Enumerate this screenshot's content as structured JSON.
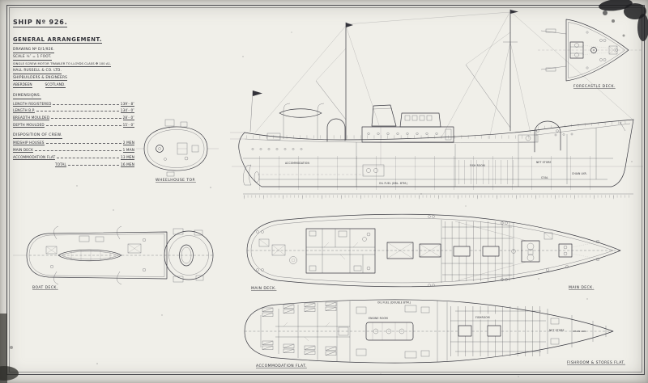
{
  "colors": {
    "paper": "#f0efe9",
    "ink": "#33333a",
    "border": "#3a3a40",
    "stain": "#1d1d20"
  },
  "title_block": {
    "ship_no": "SHIP Nº 926.",
    "title": "GENERAL ARRANGEMENT.",
    "drawing_no": "DRAWING Nº D/1/926.",
    "scale": "SCALE ¼″ = 1 FOOT.",
    "class_line": "SINGLE SCREW MOTOR TRAWLER TO LLOYDS CLASS ✠ 100 A1.",
    "builder": "HALL RUSSELL & CO. LTD.",
    "builder_role": "SHIPBUILDERS & ENGINEERS",
    "place": "ABERDEEN",
    "place2": "SCOTLAND.",
    "dimensions": {
      "heading": "DIMENSIONS.",
      "rows": [
        {
          "label": "LENGTH REGISTERED",
          "value": "139′- 8″"
        },
        {
          "label": "LENGTH B.P.",
          "value": "134′- 0″"
        },
        {
          "label": "BREADTH MOULDED",
          "value": "28′- 0″"
        },
        {
          "label": "DEPTH MOULDED",
          "value": "15′- 0″"
        }
      ]
    },
    "crew": {
      "heading": "DISPOSITION OF CREW.",
      "rows": [
        {
          "label": "MIDSHIP HOUSES",
          "value": "2 MEN"
        },
        {
          "label": "MAIN DECK",
          "value": "1 MAN"
        },
        {
          "label": "ACCOMMODATION FLAT",
          "value": "13 MEN"
        },
        {
          "label": "TOTAL",
          "value": "16 MEN"
        }
      ]
    }
  },
  "views": {
    "wheelhouse_top": {
      "caption": "WHEELHOUSE TOP."
    },
    "forecastle_deck": {
      "caption": "FORECASTLE DECK."
    },
    "boat_deck": {
      "caption": "BOAT DECK."
    },
    "main_deck": {
      "caption_aft": "MAIN DECK.",
      "caption_fwd": "MAIN DECK."
    },
    "accommodation_flat": {
      "caption": "ACCOMMODATION FLAT."
    },
    "fishroom_flat": {
      "caption": "FISHROOM & STORES FLAT."
    },
    "profile_labels": {
      "accommodation": "ACCOMMODATION",
      "fish_room": "FISH ROOM",
      "net_store": "NET STORE",
      "coal": "COAL",
      "chain_locker": "CHAIN LKR.",
      "oil_fuel": "OIL FUEL (DBL. BTM.)"
    },
    "flat_labels": {
      "engine_room": "ENGINE ROOM",
      "oil_fuel": "OIL FUEL (DOUBLE BTM.)",
      "fishroom": "FISHROOM",
      "net_store": "NET STORE",
      "chain_locker": "CHAIN LKR."
    }
  }
}
